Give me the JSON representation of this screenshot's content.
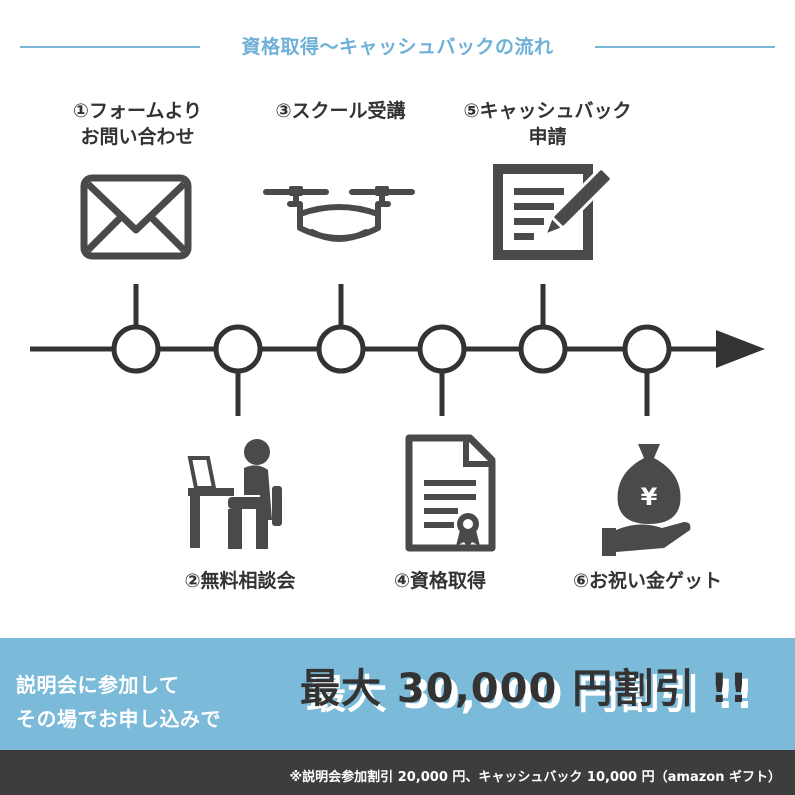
{
  "header": {
    "title": "資格取得〜キャッシュバックの流れ"
  },
  "steps": [
    {
      "label_line1": "①フォームより",
      "label_line2": "お問い合わせ",
      "icon": "envelope-icon"
    },
    {
      "label_line1": "②無料相談会",
      "icon": "desk-consultation-icon"
    },
    {
      "label_line1": "③スクール受講",
      "icon": "drone-icon"
    },
    {
      "label_line1": "④資格取得",
      "icon": "certificate-document-icon"
    },
    {
      "label_line1": "⑤キャッシュバック",
      "label_line2": "申請",
      "icon": "form-pen-icon"
    },
    {
      "label_line1": "⑥お祝い金ゲット",
      "icon": "money-bag-hand-icon"
    }
  ],
  "banner": {
    "line1": "説明会に参加して",
    "line2": "その場でお申し込みで",
    "headline": "最大 30,000 円割引 !!"
  },
  "footer": {
    "note": "※説明会参加割引 20,000 円、キャッシュバック 10,000 円（amazon ギフト）"
  },
  "colors": {
    "accent": "#7bbad9",
    "dark": "#3d3d3d",
    "icon": "#4a4a4a"
  }
}
